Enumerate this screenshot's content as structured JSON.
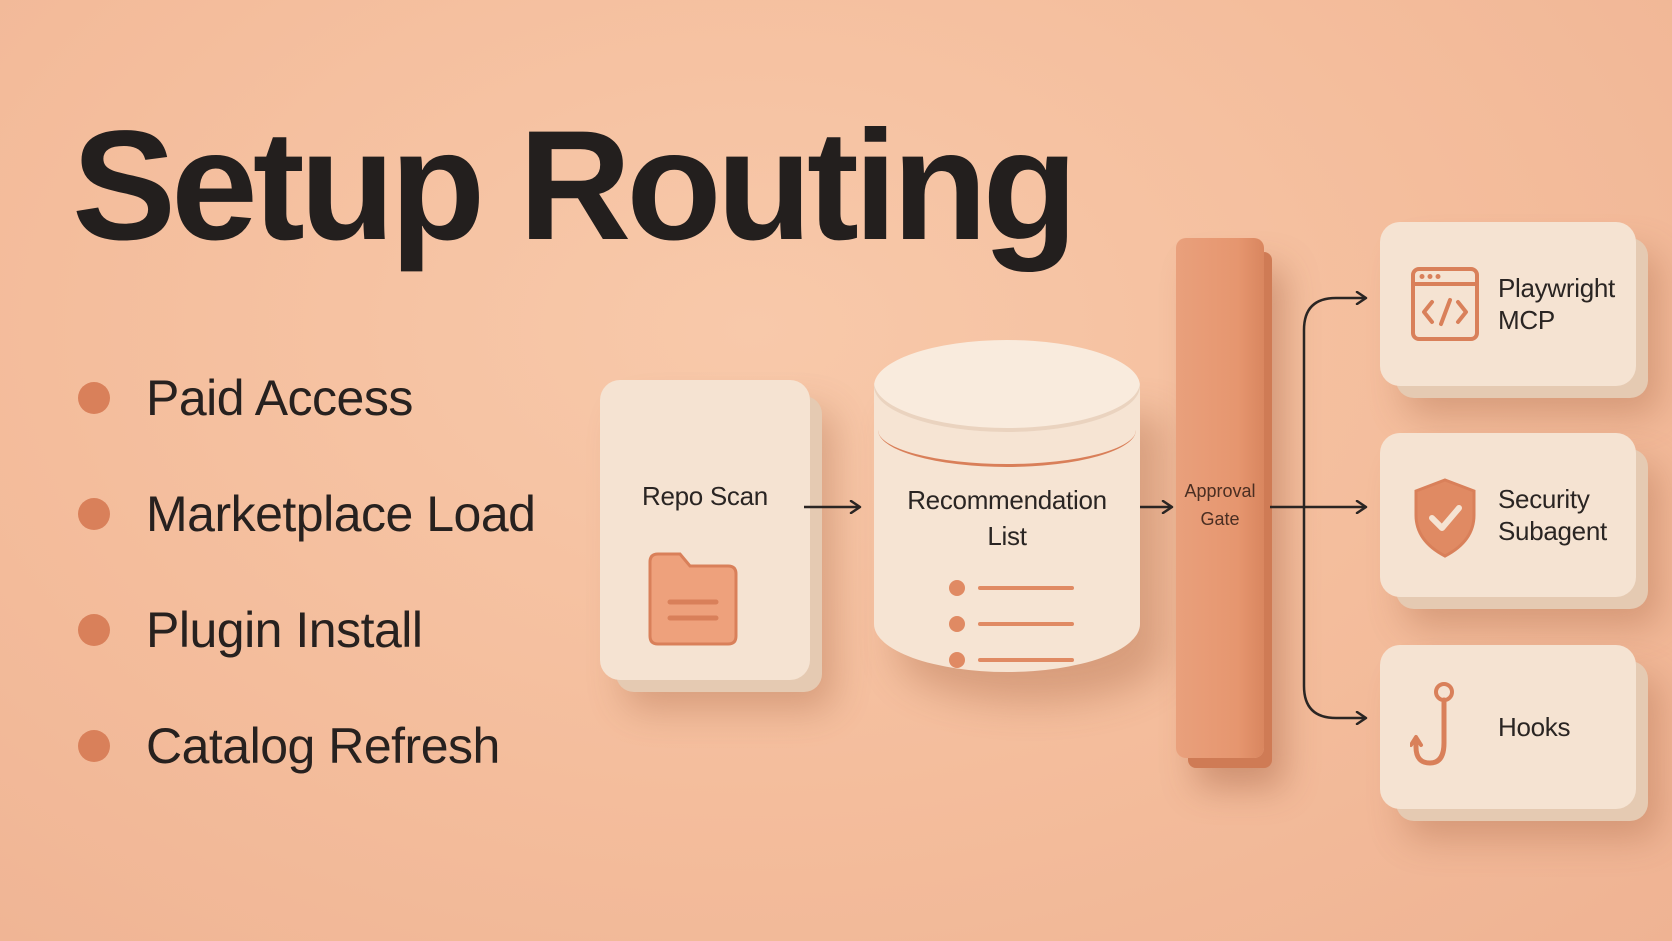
{
  "title": "Setup Routing",
  "bullets": [
    "Paid Access",
    "Marketplace Load",
    "Plugin Install",
    "Catalog Refresh"
  ],
  "flow": {
    "repo_scan": "Repo Scan",
    "recommendation": [
      "Recommendation",
      "List"
    ],
    "gate": [
      "Approval",
      "Gate"
    ],
    "outputs": [
      {
        "line1": "Playwright",
        "line2": "MCP",
        "icon": "code-window-icon"
      },
      {
        "line1": "Security",
        "line2": "Subagent",
        "icon": "shield-check-icon"
      },
      {
        "line1": "Hooks",
        "line2": "",
        "icon": "hook-icon"
      }
    ]
  },
  "colors": {
    "background": "#f4bd9c",
    "accent": "#d9805a",
    "block": "#f5e3d2",
    "gate": "#e6966f",
    "text": "#231f1e"
  }
}
